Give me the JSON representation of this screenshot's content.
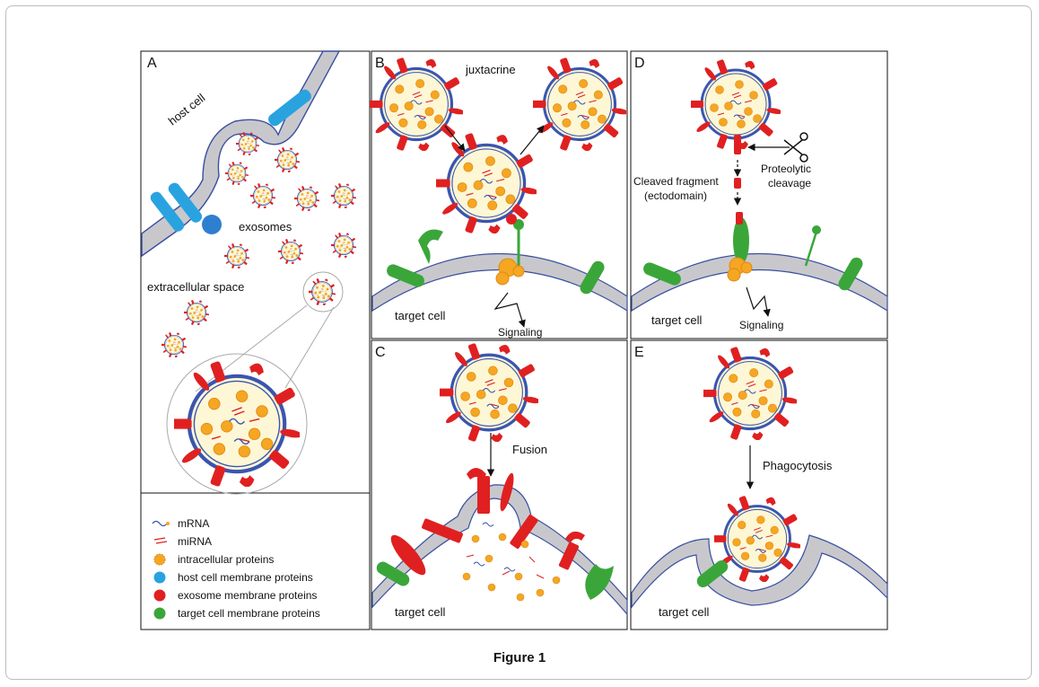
{
  "figure": {
    "caption": "Figure 1",
    "panels": {
      "A": {
        "letter": "A",
        "host_cell": "host cell",
        "exosomes": "exosomes",
        "extracellular_space": "extracellular space"
      },
      "B": {
        "letter": "B",
        "juxtacrine": "juxtacrine",
        "target_cell": "target cell",
        "signaling": "Signaling"
      },
      "C": {
        "letter": "C",
        "fusion": "Fusion",
        "target_cell": "target cell"
      },
      "D": {
        "letter": "D",
        "cleaved_fragment_1": "Cleaved fragment",
        "cleaved_fragment_2": "(ectodomain)",
        "proteolytic_1": "Proteolytic",
        "proteolytic_2": "cleavage",
        "target_cell": "target cell",
        "signaling": "Signaling"
      },
      "E": {
        "letter": "E",
        "phagocytosis": "Phagocytosis",
        "target_cell": "target cell"
      }
    },
    "legend": [
      {
        "label": "mRNA",
        "icon": "mrna-icon"
      },
      {
        "label": "miRNA",
        "icon": "mirna-icon"
      },
      {
        "label": "intracellular proteins",
        "icon": "intracellular-protein-icon",
        "color": "#f5a623"
      },
      {
        "label": "host cell membrane proteins",
        "icon": "host-protein-icon",
        "color": "#29a3e0"
      },
      {
        "label": "exosome membrane proteins",
        "icon": "exosome-protein-icon",
        "color": "#e02020"
      },
      {
        "label": "target cell membrane proteins",
        "icon": "target-protein-icon",
        "color": "#3aa63a"
      }
    ],
    "colors": {
      "membrane_fill": "#c8c8cc",
      "membrane_edge": "#3a4fa0",
      "exosome_fill": "#fdf7d6",
      "exosome_edge": "#3a55b0",
      "protein_orange": "#f5a623",
      "protein_red": "#e02020",
      "protein_blue": "#29a3e0",
      "protein_green": "#3aa63a"
    }
  }
}
